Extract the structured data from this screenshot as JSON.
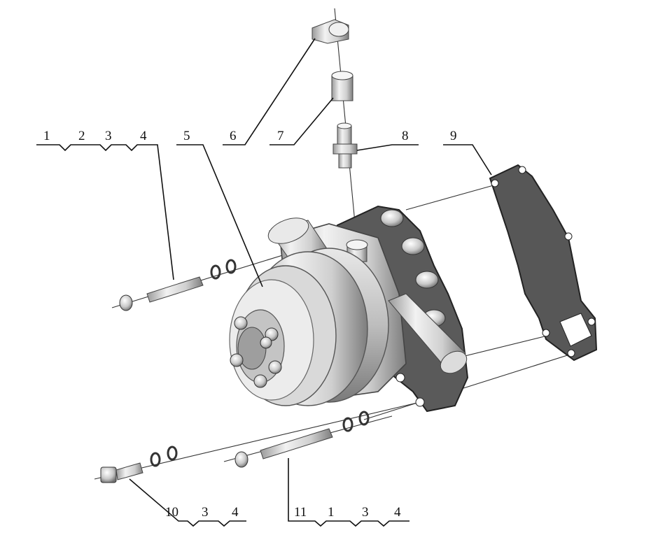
{
  "callout_groups": {
    "top_left": [
      "1",
      "2",
      "3",
      "4"
    ],
    "pulley": "5",
    "clip": "6",
    "sleeve": "7",
    "fitting": "8",
    "gasket": "9",
    "bottom_left": [
      "10",
      "3",
      "4"
    ],
    "bottom_right": [
      "11",
      "1",
      "3",
      "4"
    ]
  },
  "icons": {
    "pump_body": "water-pump-assembly",
    "gasket": "gasket",
    "fasteners": "stud-washer-nut"
  }
}
